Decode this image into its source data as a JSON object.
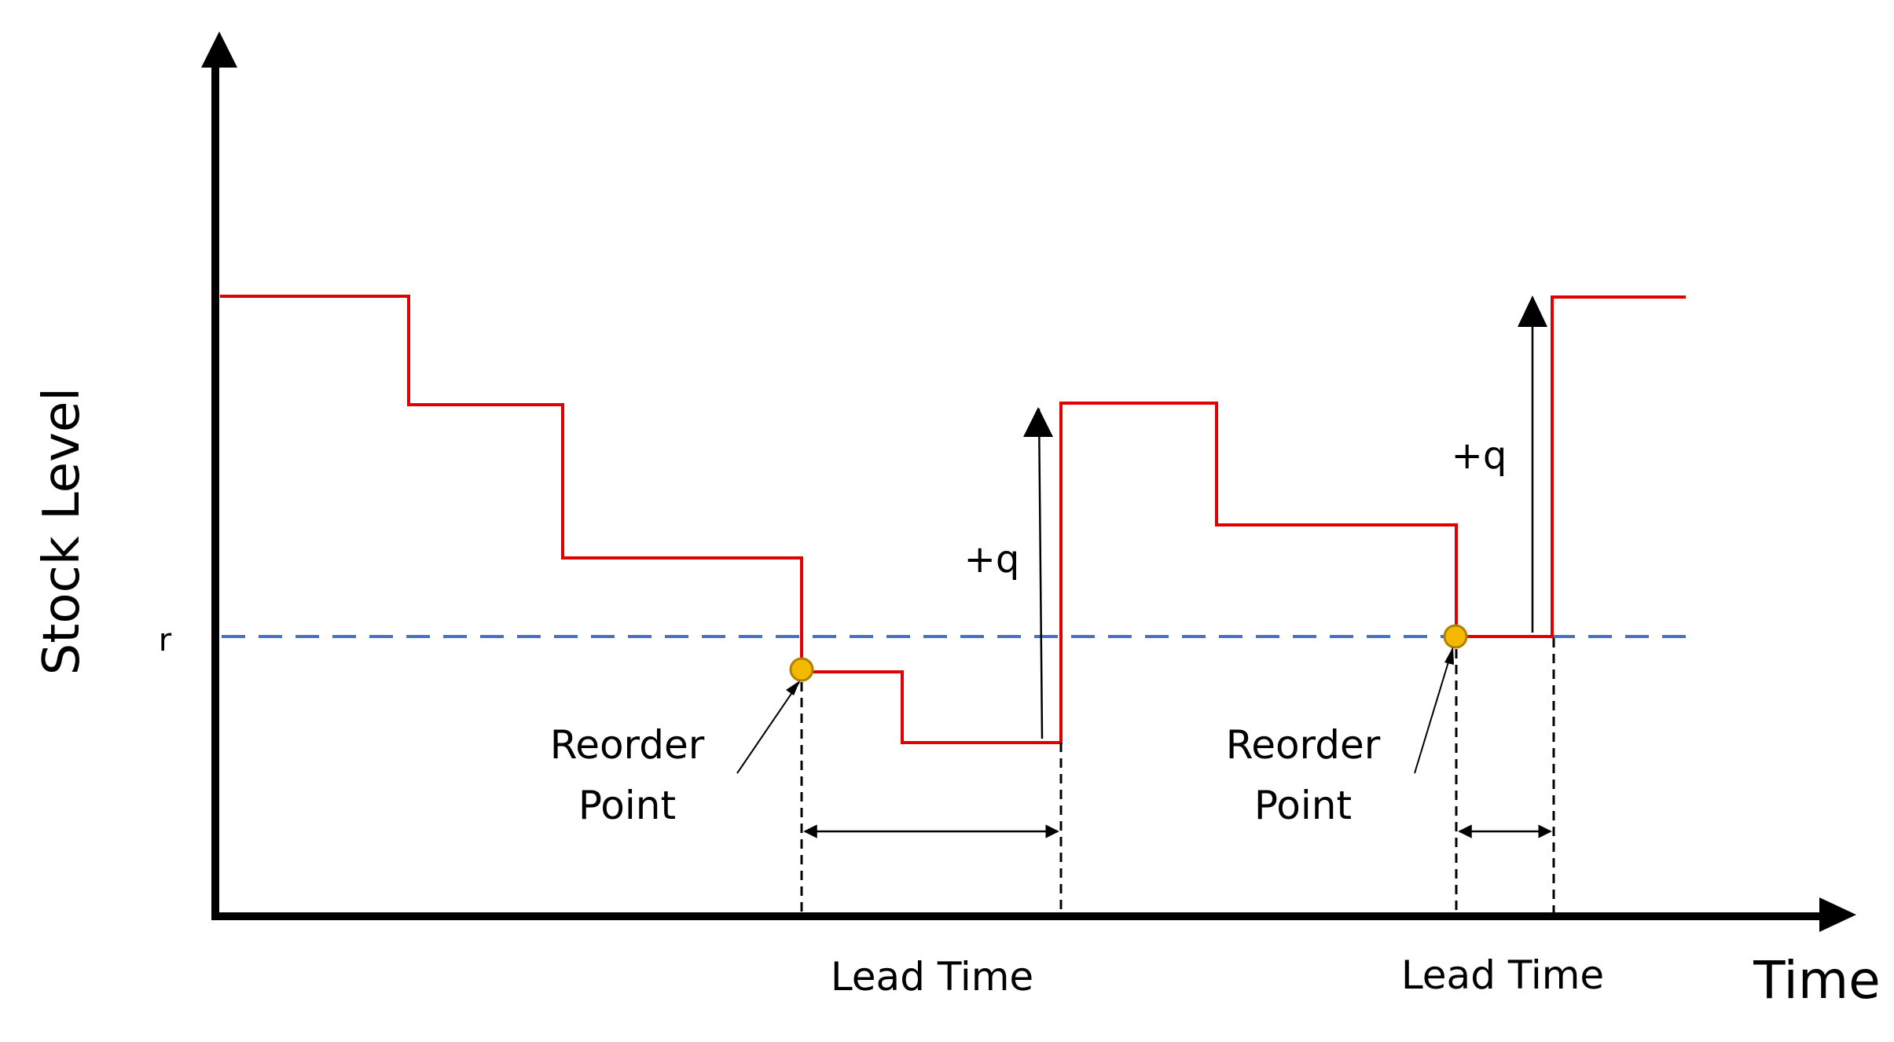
{
  "diagram": {
    "y_axis_label": "Stock Level",
    "x_axis_label": "Time",
    "reorder_level_label": "r",
    "increment_labels": [
      "+q",
      "+q"
    ],
    "reorder_point_labels": [
      {
        "line1": "Reorder",
        "line2": "Point"
      },
      {
        "line1": "Reorder",
        "line2": "Point"
      }
    ],
    "lead_time_labels": [
      "Lead Time",
      "Lead Time"
    ],
    "colors": {
      "stock_line": "#e00000",
      "reorder_line": "#4472c4",
      "reorder_marker_fill": "#f5b800",
      "reorder_marker_stroke": "#b08000",
      "axes": "#000000"
    }
  }
}
